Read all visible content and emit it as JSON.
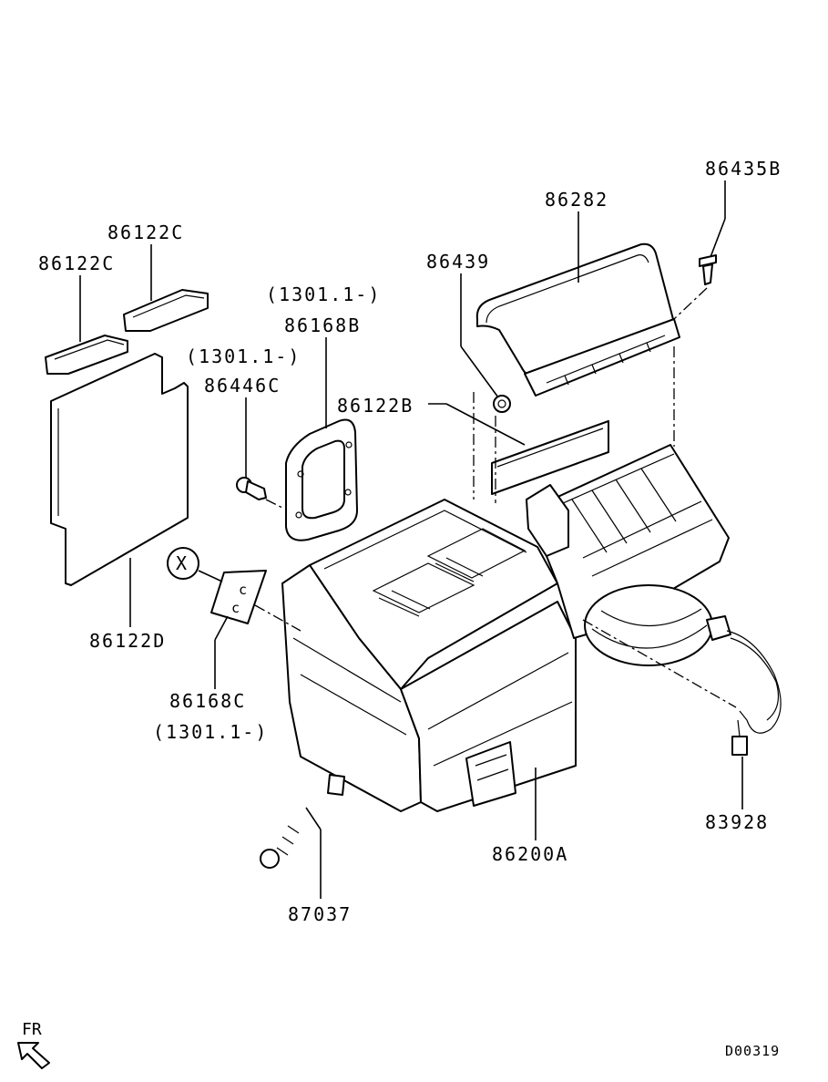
{
  "labels": {
    "p86435B": "86435B",
    "p86282": "86282",
    "p86122C_a": "86122C",
    "p86122C_b": "86122C",
    "p86439": "86439",
    "note_86168B": "(1301.1-)",
    "p86168B": "86168B",
    "note_86446C": "(1301.1-)",
    "p86446C": "86446C",
    "p86122B": "86122B",
    "callout_x": "X",
    "p86122D": "86122D",
    "p86168C": "86168C",
    "note_86168C": "(1301.1-)",
    "p83928": "83928",
    "p86200A": "86200A",
    "p87037": "87037",
    "fr": "FR",
    "diagram_code": "D00319"
  },
  "icons": [
    "fr-direction-arrow-icon"
  ]
}
